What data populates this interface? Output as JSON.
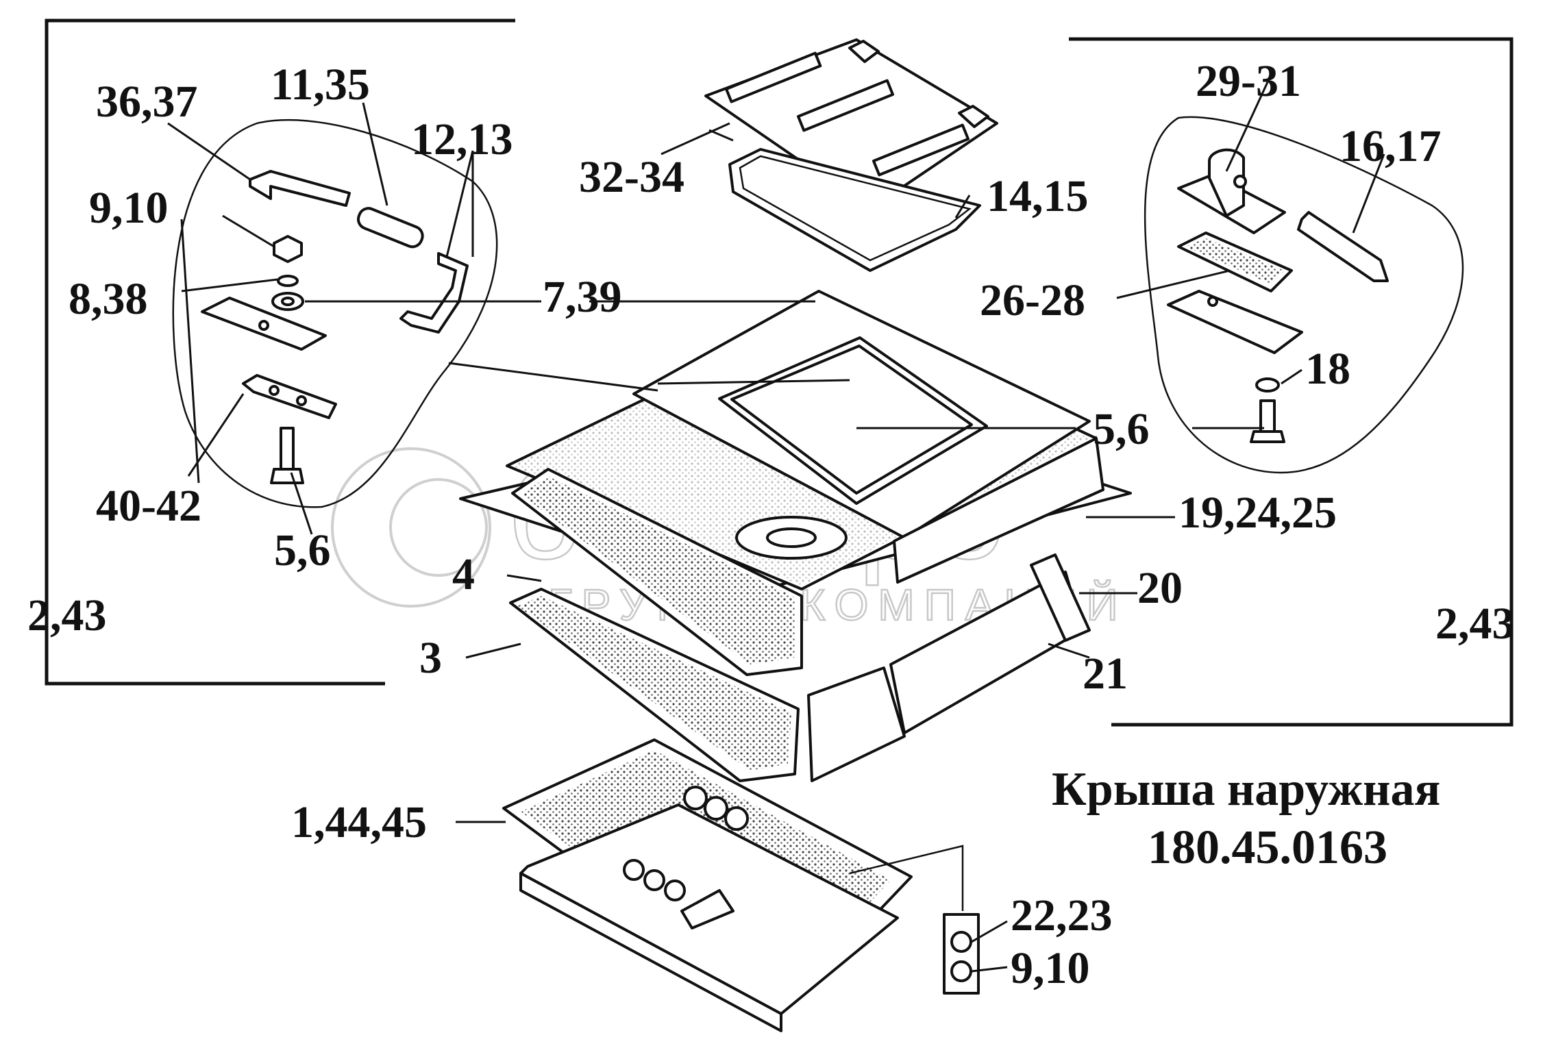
{
  "title": {
    "line1": "Крыша наружная",
    "line2": "180.45.0163"
  },
  "watermark": {
    "brand": "белагро",
    "sub": "ГРУППА КОМПАНИЙ"
  },
  "labels": {
    "l_36_37": "36,37",
    "l_11_35": "11,35",
    "l_12_13": "12,13",
    "l_9_10_top": "9,10",
    "l_8_38": "8,38",
    "l_7_39": "7,39",
    "l_40_42": "40-42",
    "l_5_6_left": "5,6",
    "l_2_43_left": "2,43",
    "l_4": "4",
    "l_3": "3",
    "l_32_34": "32-34",
    "l_14_15": "14,15",
    "l_29_31": "29-31",
    "l_16_17": "16,17",
    "l_26_28": "26-28",
    "l_18": "18",
    "l_5_6_right": "5,6",
    "l_19_24_25": "19,24,25",
    "l_20": "20",
    "l_2_43_right": "2,43",
    "l_21": "21",
    "l_1_44_45": "1,44,45",
    "l_22_23": "22,23",
    "l_9_10_bottom": "9,10"
  }
}
